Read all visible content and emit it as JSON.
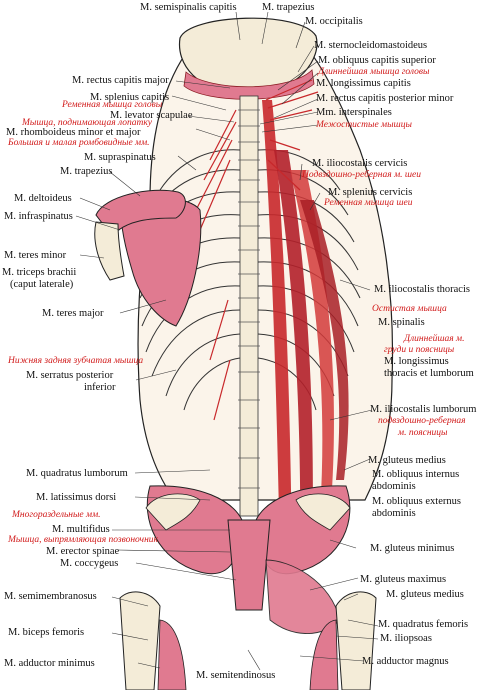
{
  "colors": {
    "muscle_red": "#c8282b",
    "muscle_pink": "#e07a90",
    "bone": "#f4ecd8",
    "outline": "#222222",
    "russian_label": "#d11a1a"
  },
  "labels_left": {
    "rectus_capitis_major": "M. rectus capitis major",
    "splenius_capitis": "M. splenius capitis",
    "levator_scapulae": "M. levator scapulae",
    "rhomboideus": "M. rhomboideus minor et major",
    "supraspinatus": "M. supraspinatus",
    "trapezius_left": "M. trapezius",
    "deltoideus": "M. deltoideus",
    "infraspinatus": "M. infraspinatus",
    "teres_minor": "M. teres minor",
    "triceps_1": "M. triceps brachii",
    "triceps_2": "(caput laterale)",
    "teres_major": "M. teres major",
    "serratus_1": "M. serratus  posterior",
    "serratus_2": "inferior",
    "quadratus_lumborum": "M. quadratus lumborum",
    "latissimus": "M. latissimus dorsi",
    "multifidus": "M. multifidus",
    "erector_spinae": "M. erector spinae",
    "coccygeus": "M. coccygeus",
    "semimembranosus": "M. semimembranosus",
    "biceps_femoris": "M. biceps femoris",
    "adductor_minimus": "M. adductor minimus"
  },
  "labels_top": {
    "semispinalis_capitis": "M. semispinalis capitis",
    "trapezius_top": "M. trapezius",
    "occipitalis": "M. occipitalis"
  },
  "labels_right": {
    "sternocleidomastoideus": "M. sternocleidomastoideus",
    "obliquus_capitis_superior": "M. obliquus capitis superior",
    "longissimus_capitis": "M. longissimus capitis",
    "rectus_capitis_posterior_minor": "M. rectus capitis posterior minor",
    "interspinales": "Mm. interspinales",
    "iliocostalis_cervicis": "M. iliocostalis cervicis",
    "splenius_cervicis": "M. splenius cervicis",
    "iliocostalis_thoracis": "M. iliocostalis thoracis",
    "spinalis": "M. spinalis",
    "longissimus_1": "M. longissimus",
    "longissimus_2": "thoracis et lumborum",
    "iliocostalis_lumborum": "M. iliocostalis lumborum",
    "gluteus_medius_upper": "M. gluteus medius",
    "obliquus_internus_1": "M. obliquus  internus",
    "obliquus_internus_2": "abdominis",
    "obliquus_externus_1": "M. obliquus externus",
    "obliquus_externus_2": "abdominis",
    "gluteus_minimus": "M. gluteus  minimus",
    "gluteus_maximus": "M. gluteus maximus",
    "gluteus_medius_lower": "M. gluteus medius",
    "quadratus_femoris": "M. quadratus femoris",
    "iliopsoas": "M. iliopsoas",
    "adductor_magnus": "M. adductor magnus",
    "semitendinosus": "M. semitendinosus"
  },
  "labels_russian": {
    "ru_splenius_capitis": "Ременная мышца головы",
    "ru_levator_scapulae": "Мышца, поднимающая лопатку",
    "ru_rhomboideus": "Большая и малая ромбовидные мм.",
    "ru_longissimus_capitis": "Длиннейшая мышца головы",
    "ru_interspinales": "Межостистые мышцы",
    "ru_iliocostalis_cervicis": "Подвздошно-реберная м. шеи",
    "ru_splenius_cervicis": "Ременная мышца шеи",
    "ru_spinalis": "Остистая мышца",
    "ru_longissimus_1": "Длиннейшая м.",
    "ru_longissimus_2": "груди и поясницы",
    "ru_serratus": "Нижняя задняя зубчатая мышца",
    "ru_iliocostalis_lumborum_1": "подвздошно-реберная",
    "ru_iliocostalis_lumborum_2": "м. поясницы",
    "ru_multifidus": "Многораздельные мм.",
    "ru_erector_spinae": "Мышца, выпрямляющая позвоночник"
  }
}
